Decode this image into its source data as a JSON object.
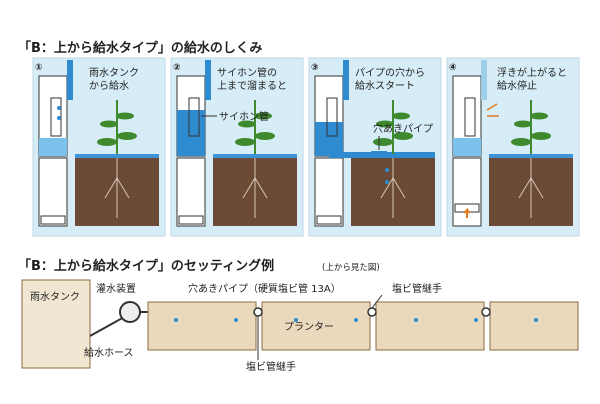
{
  "title1": "「B：上から給水タイプ」の給水のしくみ",
  "steps": [
    {
      "num": "①",
      "caption_lines": [
        "雨水タンク",
        "から給水"
      ]
    },
    {
      "num": "②",
      "caption_lines": [
        "サイホン管の",
        "上まで溜まると"
      ],
      "sublabel": "サイホン管"
    },
    {
      "num": "③",
      "caption_lines": [
        "パイプの穴から",
        "給水スタート"
      ],
      "sublabel": "穴あきパイプ"
    },
    {
      "num": "④",
      "caption_lines": [
        "浮きが上がると",
        "給水停止"
      ]
    }
  ],
  "title2": "「B：上から給水タイプ」のセッティング例",
  "title2_note": "(上から見た図)",
  "setting": {
    "tank_label": "雨水タンク",
    "device_label": "灌水装置",
    "pipe_label": "穴あきパイプ（硬質塩ビ管 13A）",
    "joint_label_top": "塩ビ管継手",
    "planter_label": "プランター",
    "hose_label": "給水ホース",
    "joint_label_bottom": "塩ビ管継手"
  },
  "colors": {
    "sky": "#d6ecf6",
    "water": "#2e8bd0",
    "soil": "#6b4a36",
    "leaf": "#3f8a2e",
    "tank_fill": "#f0e6d2",
    "planter_fill": "#ead9bd",
    "planter_stroke": "#8a6a42"
  }
}
